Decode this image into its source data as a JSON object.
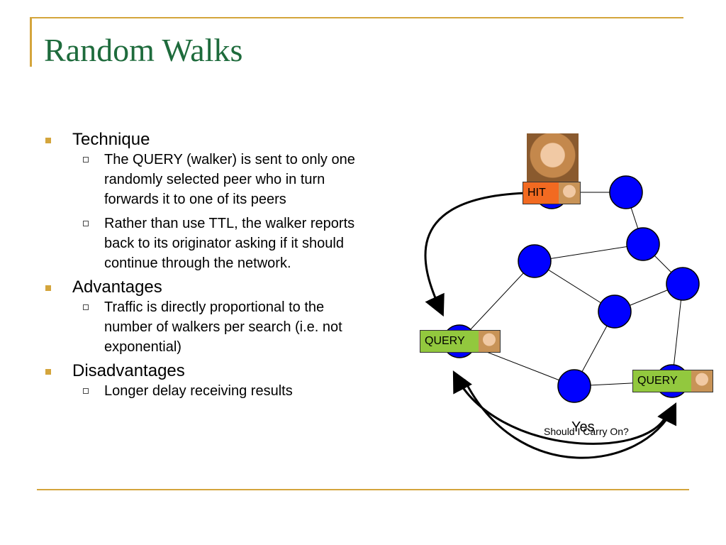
{
  "slide": {
    "title": "Random Walks"
  },
  "bullets": [
    {
      "label": "Technique",
      "subs": [
        "The QUERY (walker) is sent to only one randomly selected peer who in turn forwards it to one of its peers",
        "Rather than use TTL, the walker reports back to its originator asking if it should continue through the network."
      ]
    },
    {
      "label": "Advantages",
      "subs": [
        "Traffic is directly proportional to the number of walkers per search (i.e. not exponential)"
      ]
    },
    {
      "label": "Disadvantages",
      "subs": [
        "Longer delay receiving results"
      ]
    }
  ],
  "diagram": {
    "hit_label": "HIT",
    "query_label": "QUERY",
    "question_label": "Should I Carry On?",
    "answer_label": "Yes",
    "colors": {
      "node": "#0000ff",
      "hit": "#f26a21",
      "query": "#92c83e"
    }
  }
}
